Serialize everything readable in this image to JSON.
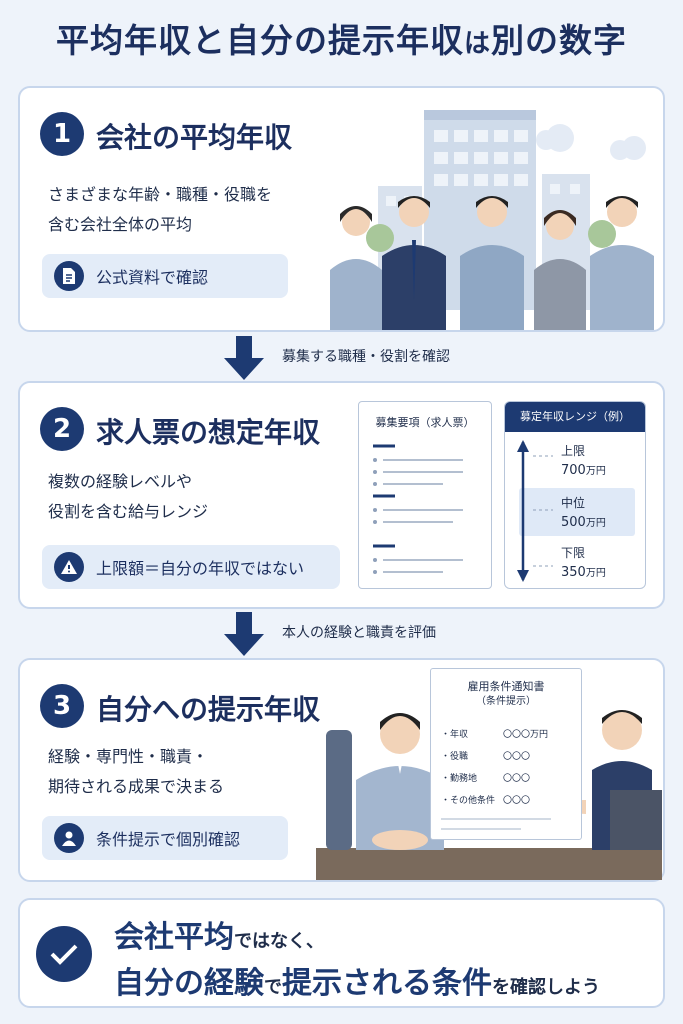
{
  "title": {
    "main": "平均年収と自分の提示年収",
    "particle": "は",
    "tail": "別の数字"
  },
  "step1": {
    "number": "1",
    "heading": "会社の平均年収",
    "desc_line1": "さまざまな年齢・職種・役職を",
    "desc_line2": "含む会社全体の平均",
    "pill": "公式資料で確認",
    "pill_icon": "document-icon"
  },
  "arrow1": {
    "label": "募集する職種・役割を確認"
  },
  "step2": {
    "number": "2",
    "heading": "求人票の想定年収",
    "desc_line1": "複数の経験レベルや",
    "desc_line2": "役割を含む給与レンジ",
    "pill": "上限額＝自分の年収ではない",
    "pill_icon": "warning-icon",
    "doc_title": "募集要項（求人票）",
    "range": {
      "title": "募定年収レンジ（例）",
      "upper_label": "上限",
      "upper_value": "700",
      "upper_unit": "万円",
      "mid_label": "中位",
      "mid_value": "500",
      "mid_unit": "万円",
      "lower_label": "下限",
      "lower_value": "350",
      "lower_unit": "万円"
    }
  },
  "arrow2": {
    "label": "本人の経験と職責を評価"
  },
  "step3": {
    "number": "3",
    "heading": "自分への提示年収",
    "desc_line1": "経験・専門性・職責・",
    "desc_line2": "期待される成果で決まる",
    "pill": "条件提示で個別確認",
    "pill_icon": "person-icon",
    "notice": {
      "title1": "雇用条件通知書",
      "title2": "（条件提示）",
      "rows": [
        {
          "label": "・年収",
          "value": "〇〇〇万円"
        },
        {
          "label": "・役職",
          "value": "〇〇〇"
        },
        {
          "label": "・勤務地",
          "value": "〇〇〇"
        },
        {
          "label": "・その他条件",
          "value": "〇〇〇"
        }
      ]
    }
  },
  "conclusion": {
    "part1": "会社平均",
    "part2": "ではなく、",
    "part3": "自分の経験",
    "part4": "で",
    "part5": "提示される条件",
    "part6": "を確認しよう"
  },
  "colors": {
    "navy": "#1d3a72",
    "light_blue": "#e3ecf8",
    "border": "#c7d6ec"
  }
}
